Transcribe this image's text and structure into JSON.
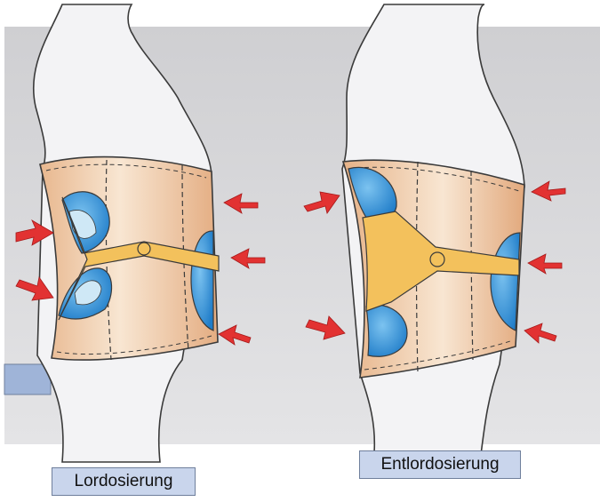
{
  "labels": {
    "left": "Lordosierung",
    "right": "Entlordosierung"
  },
  "colors": {
    "background_panel": "#d6d6d8",
    "body_fill": "#f3f3f5",
    "body_outline": "#3a3a3a",
    "orthosis_fill": "#efc7a2",
    "orthosis_highlight": "#f8e6d2",
    "pad_blue": "#2f8fd8",
    "pad_light_blue": "#cfe8f6",
    "strap_yellow": "#f3c15c",
    "arrow_red": "#e23232",
    "label_box_fill": "#c9d5ec",
    "platform_blue": "#9fb4d8"
  },
  "icons": {
    "arrow": "red-force-arrow",
    "pad": "blue-pressure-pad"
  }
}
